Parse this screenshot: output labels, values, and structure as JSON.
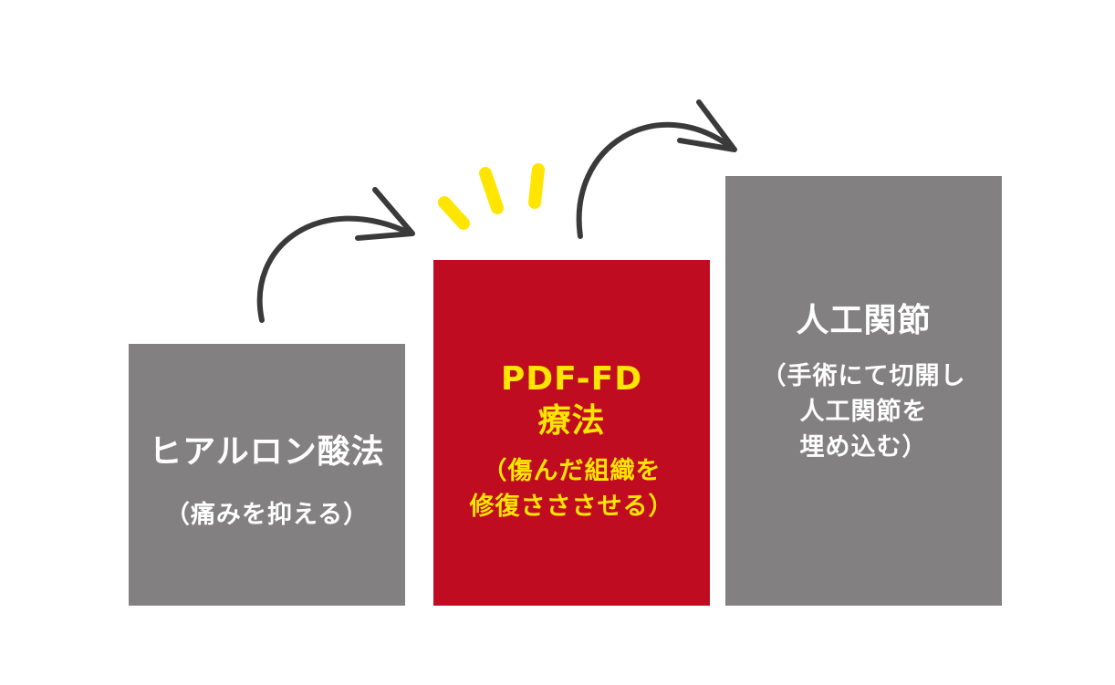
{
  "colors": {
    "background": "#ffffff",
    "gray_block": "#828081",
    "red_block": "#c00c20",
    "white_text": "#ffffff",
    "yellow_text": "#ffe500",
    "arrow": "#3a3a3a",
    "sparkle": "#ffe500"
  },
  "blocks": [
    {
      "title_lines": [
        "ヒアルロン酸法"
      ],
      "sub_lines": [
        "（痛みを抑える）"
      ],
      "color": "#828081",
      "text_color": "#ffffff"
    },
    {
      "title_lines": [
        "PDF-FD",
        "療法"
      ],
      "sub_lines": [
        "（傷んだ組織を",
        "修復さささせる）"
      ],
      "color": "#c00c20",
      "text_color": "#ffe500"
    },
    {
      "title_lines": [
        "人工関節"
      ],
      "sub_lines": [
        "（手術にて切開し",
        "人工関節を",
        "埋め込む）"
      ],
      "color": "#828081",
      "text_color": "#ffffff"
    }
  ],
  "icons": {
    "arrow_1": "curved-arrow-icon",
    "arrow_2": "curved-arrow-icon",
    "highlight": "sparkle-icon"
  }
}
